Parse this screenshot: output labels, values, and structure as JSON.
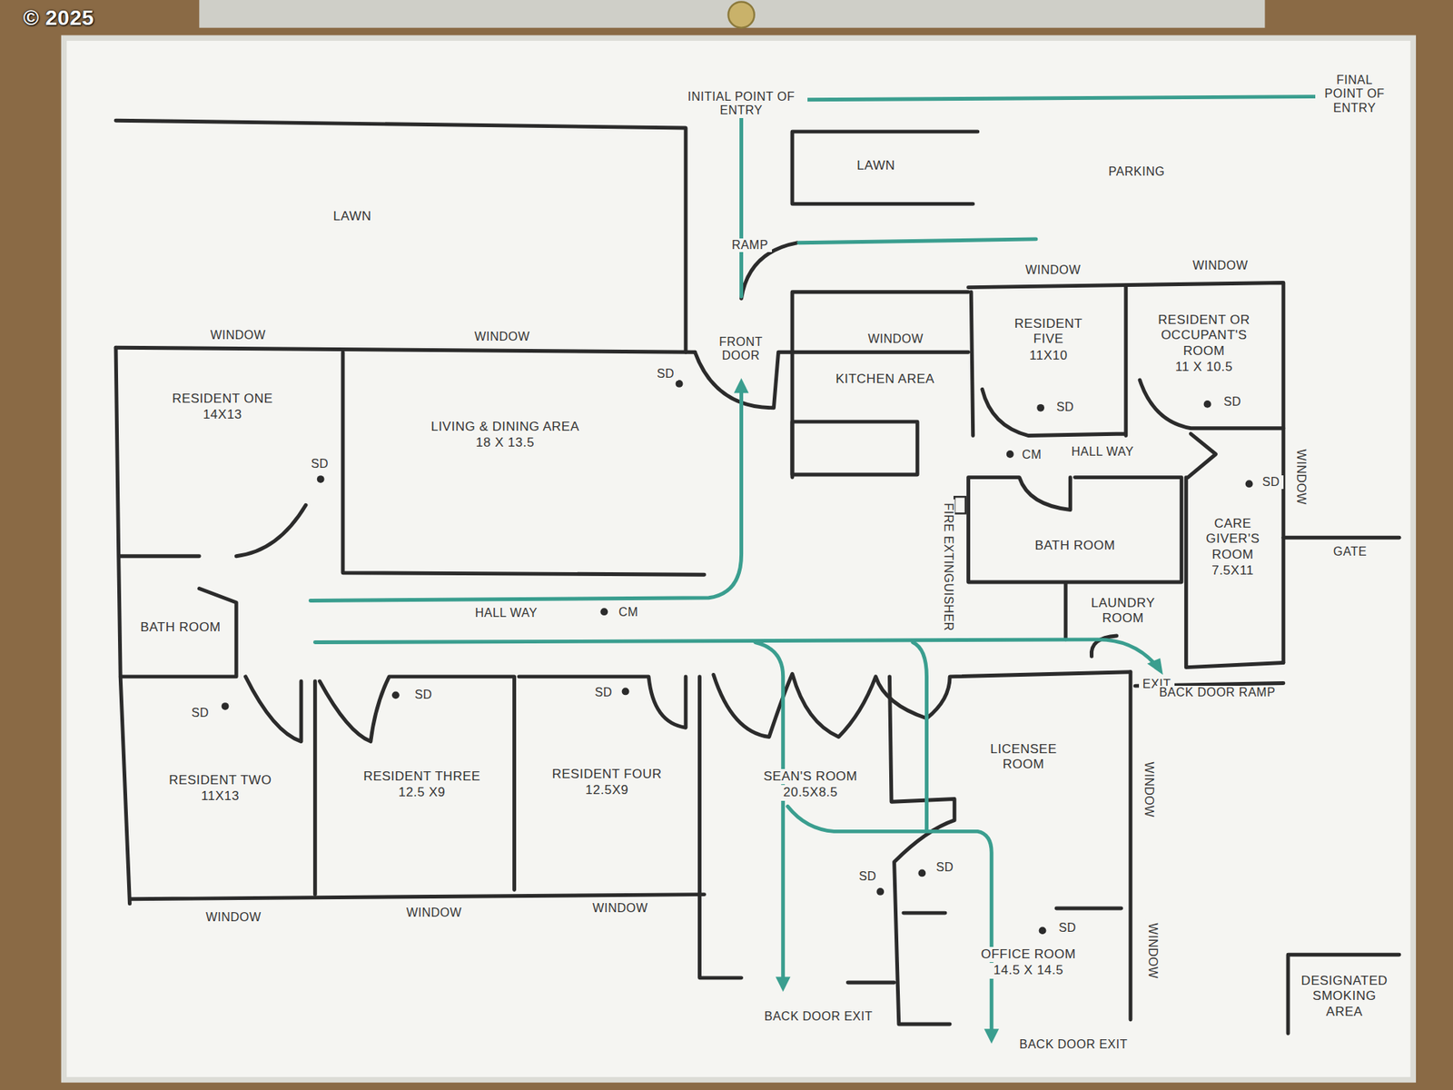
{
  "diagram": {
    "nodes": [
      {
        "text": [
          "LAWN"
        ]
      },
      {
        "text": [
          "LAWN"
        ]
      },
      {
        "text": [
          "RESIDENT ONE",
          "14X13"
        ]
      },
      {
        "text": [
          "LIVING & DINING AREA",
          "18 X 13.5"
        ]
      },
      {
        "text": [
          "BATH ROOM"
        ]
      },
      {
        "text": [
          "KITCHEN AREA"
        ]
      },
      {
        "text": [
          "RESIDENT FIVE",
          "11X10"
        ]
      },
      {
        "text": [
          "RESIDENT OR OCCUPANT'S ROOM",
          "11 X 10.5"
        ]
      },
      {
        "text": [
          "BATH ROOM"
        ]
      },
      {
        "text": [
          "CARE GIVER'S ROOM",
          "7.5X11"
        ]
      },
      {
        "text": [
          "LAUNDRY ROOM"
        ]
      },
      {
        "text": [
          "RESIDENT TWO",
          "11X13"
        ]
      },
      {
        "text": [
          "RESIDENT THREE",
          "12.5 X9"
        ]
      },
      {
        "text": [
          "RESIDENT FOUR",
          "12.5X9"
        ]
      },
      {
        "text": [
          "SEAN'S ROOM",
          "20.5X8.5"
        ]
      },
      {
        "text": [
          "LICENSEE ROOM"
        ]
      },
      {
        "text": [
          "OFFICE ROOM",
          "14.5 X 14.5"
        ]
      },
      {
        "text": [
          "DESIGNATED SMOKING AREA"
        ]
      }
    ],
    "labels": [
      "© 2025",
      "INITIAL POINT OF ENTRY",
      "FINAL POINT OF ENTRY",
      "PARKING",
      "RAMP",
      "WINDOW",
      "WINDOW",
      "FRONT DOOR",
      "WINDOW",
      "WINDOW",
      "WINDOW",
      "SD",
      "SD",
      "SD",
      "SD",
      "SD",
      "SD",
      "SD",
      "SD",
      "SD",
      "SD",
      "SD",
      "CM",
      "HALL WAY",
      "HALL WAY",
      "CM",
      "FIRE EXTINGUISHER",
      "WINDOW",
      "GATE",
      "EXIT",
      "BACK DOOR RAMP",
      "WINDOW",
      "WINDOW",
      "WINDOW",
      "WINDOW",
      "WINDOW",
      "BACK DOOR EXIT",
      "BACK DOOR EXIT"
    ]
  }
}
